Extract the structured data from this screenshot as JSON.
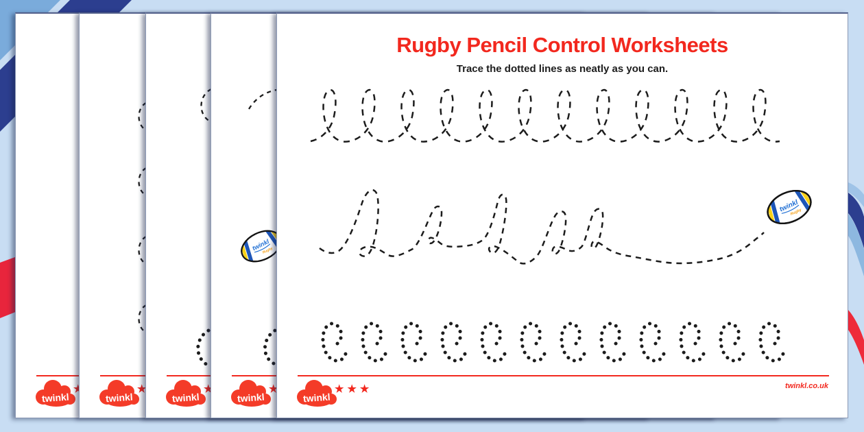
{
  "worksheet": {
    "title": "Rugby Pencil Control Worksheets",
    "instruction": "Trace the dotted lines as neatly as you can.",
    "brand": "twinkl",
    "website": "twinkl.co.uk",
    "star_glyph": "★",
    "star_count": 3,
    "page_count": 5,
    "ball": {
      "brand": "twinkl",
      "label": "Rugby"
    },
    "colors": {
      "title_red": "#f2281e",
      "logo_red": "#f43b28",
      "bg_light_blue": "#c8ddf3",
      "stripe_medium_blue": "#7aabdb",
      "stripe_navy": "#2c3e8f",
      "stripe_red": "#e8253c",
      "trace_black": "#1c1c1c",
      "ball_blue": "#1f6fd4",
      "ball_yellow": "#f7d117"
    }
  }
}
